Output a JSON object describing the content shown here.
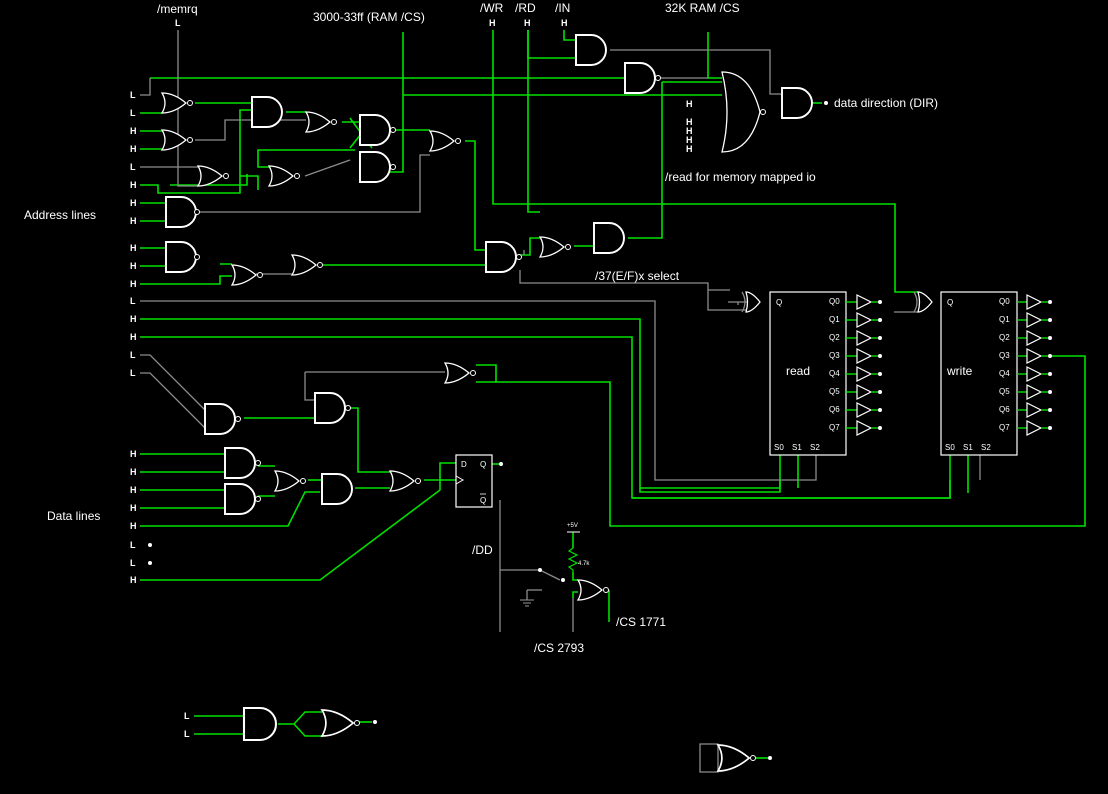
{
  "labels": {
    "memrq": "/memrq",
    "ram_cs_range": "3000-33ff (RAM /CS)",
    "wr": "/WR",
    "rd": "/RD",
    "in": "/IN",
    "ram_32k_cs": "32K RAM /CS",
    "data_direction": "data direction (DIR)",
    "read_mmio": "/read for memory mapped io",
    "address_lines": "Address lines",
    "select_37ef": "/37(E/F)x select",
    "data_lines": "Data lines",
    "dd": "/DD",
    "cs_2793": "/CS 2793",
    "cs_1771": "/CS 1771",
    "vcc": "+5V",
    "resistor": "4.7k"
  },
  "top_inputs": {
    "memrq": "L",
    "wr": "H",
    "rd": "H",
    "in": "H"
  },
  "address_levels": [
    "L",
    "L",
    "H",
    "H",
    "L",
    "H",
    "H",
    "H",
    "H",
    "H",
    "H",
    "L",
    "H",
    "H",
    "L",
    "L"
  ],
  "data_levels": [
    "H",
    "H",
    "H",
    "H",
    "H",
    "L",
    "L",
    "H"
  ],
  "dir_gate_inputs": [
    "H",
    "H",
    "H",
    "H",
    "H"
  ],
  "bottom_test_inputs": [
    "L",
    "L"
  ],
  "flipflop": {
    "d": "D",
    "q": "Q",
    "qbar": "Q"
  },
  "read_register": {
    "title": "read",
    "clk_label": "Q",
    "outputs": [
      "Q0",
      "Q1",
      "Q2",
      "Q3",
      "Q4",
      "Q5",
      "Q6",
      "Q7"
    ],
    "selects": [
      "S0",
      "S1",
      "S2"
    ]
  },
  "write_register": {
    "title": "write",
    "clk_label": "Q",
    "outputs": [
      "Q0",
      "Q1",
      "Q2",
      "Q3",
      "Q4",
      "Q5",
      "Q6",
      "Q7"
    ],
    "selects": [
      "S0",
      "S1",
      "S2"
    ]
  }
}
